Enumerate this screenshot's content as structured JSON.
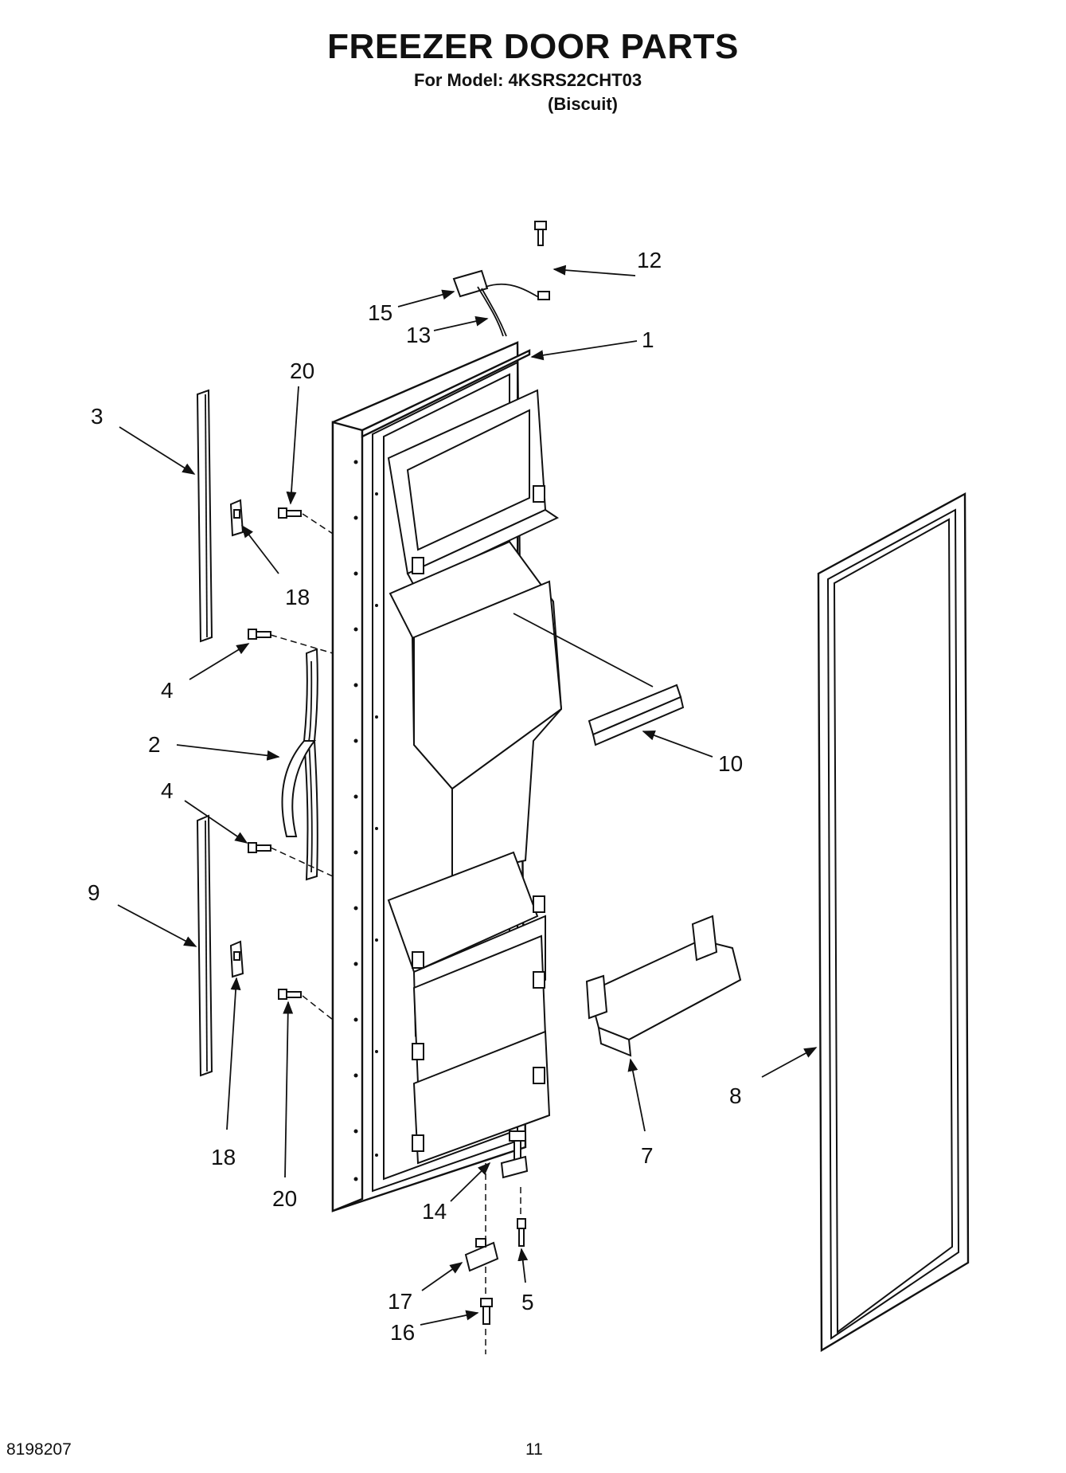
{
  "header": {
    "title": "FREEZER DOOR PARTS",
    "model_line": "For Model: 4KSRS22CHT03",
    "variant": "(Biscuit)"
  },
  "footer": {
    "doc_number": "8198207",
    "page_number": "11"
  },
  "callouts": {
    "c1": "1",
    "c2": "2",
    "c3": "3",
    "c4a": "4",
    "c4b": "4",
    "c5": "5",
    "c7": "7",
    "c8": "8",
    "c9": "9",
    "c10": "10",
    "c12": "12",
    "c13": "13",
    "c14": "14",
    "c15": "15",
    "c16": "16",
    "c17": "17",
    "c18a": "18",
    "c18b": "18",
    "c20a": "20",
    "c20b": "20"
  }
}
